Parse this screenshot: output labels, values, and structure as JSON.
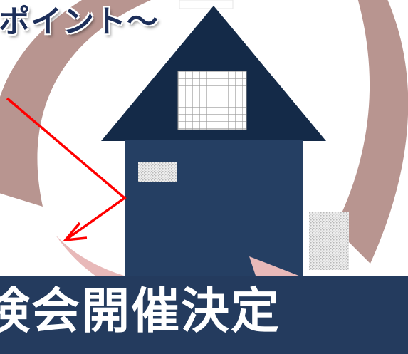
{
  "caption": {
    "text": "ポイント～"
  },
  "banner": {
    "title": "検会開催決定"
  },
  "colors": {
    "roof": "#142a48",
    "house_body": "#253f63",
    "cycle_arrow": "#b89590",
    "cycle_arrow_light": "#e8b9b9",
    "pointer": "#ff0000",
    "banner": "#243b5e",
    "caption_text": "#1d2f5a"
  },
  "icons": [
    "house-illustration",
    "roof-window-icon",
    "cycle-arrow",
    "pointer-arrow"
  ]
}
